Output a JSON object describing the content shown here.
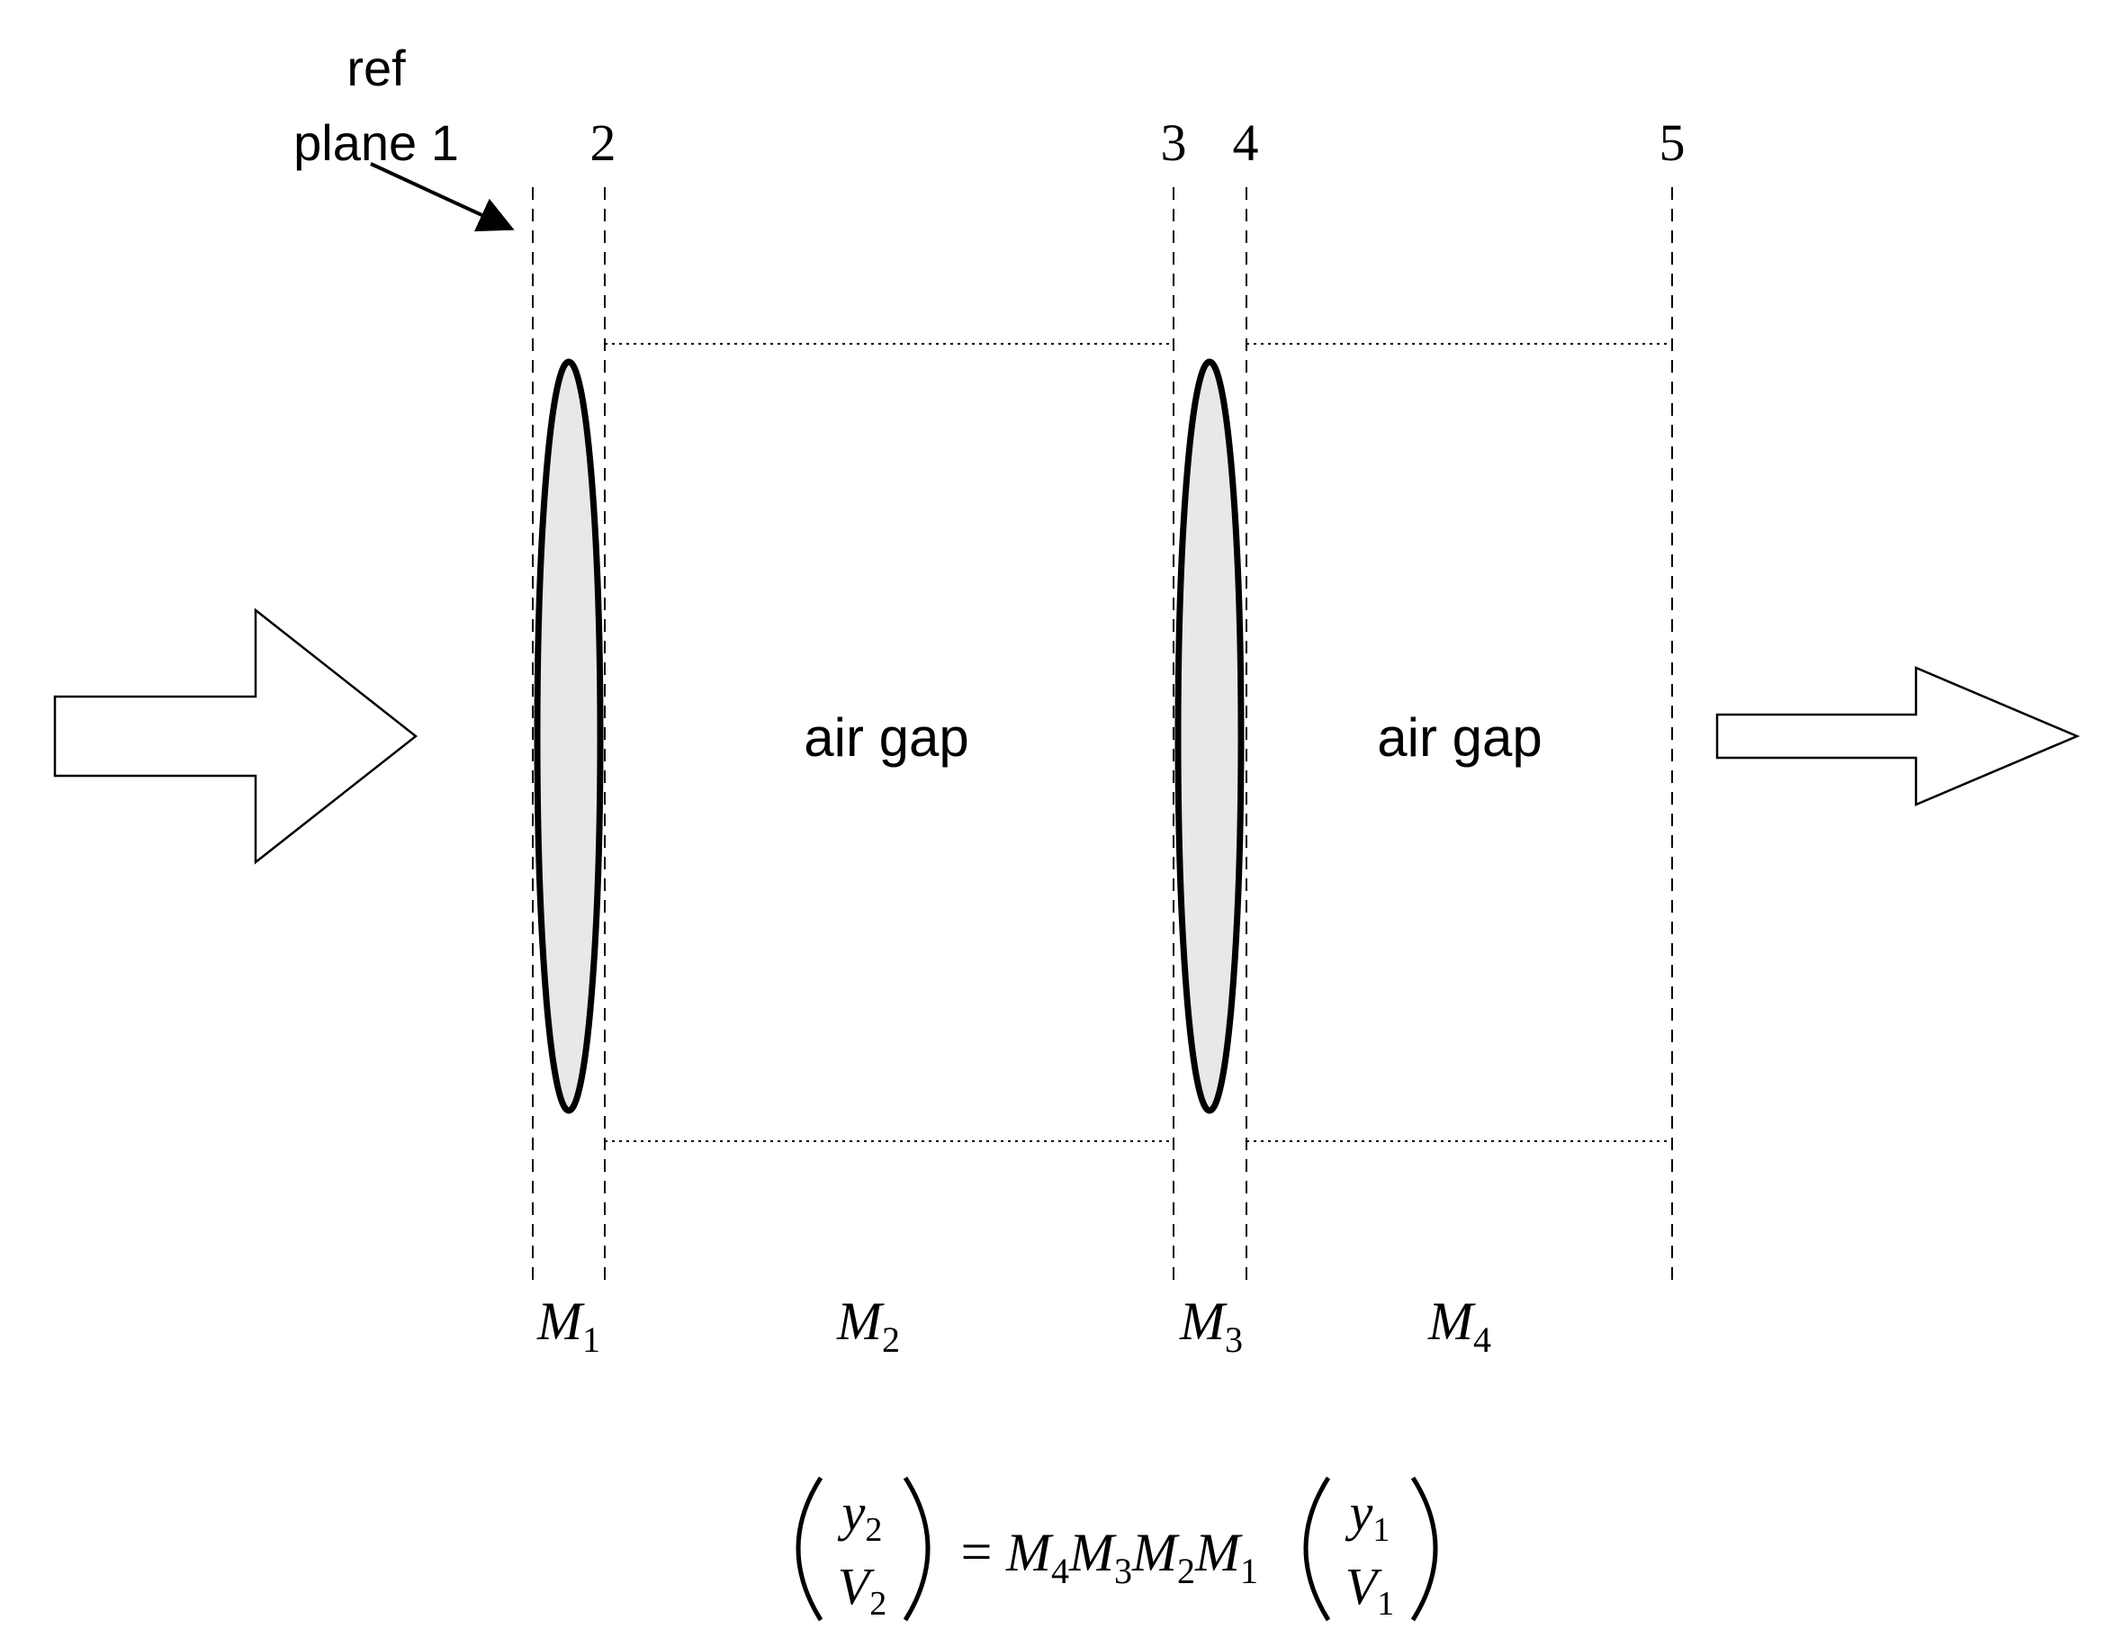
{
  "ref_label": {
    "line1": "ref",
    "line2": "plane 1"
  },
  "planes": [
    "2",
    "3",
    "4",
    "5"
  ],
  "regions": {
    "gap1": "air gap",
    "gap2": "air gap"
  },
  "matrices": [
    {
      "base": "M",
      "sub": "1"
    },
    {
      "base": "M",
      "sub": "2"
    },
    {
      "base": "M",
      "sub": "3"
    },
    {
      "base": "M",
      "sub": "4"
    }
  ],
  "equation": {
    "lhs": {
      "top": {
        "base": "y",
        "sub": "2"
      },
      "bottom": {
        "base": "V",
        "sub": "2"
      }
    },
    "equals": "=",
    "product": [
      {
        "base": "M",
        "sub": "4"
      },
      {
        "base": "M",
        "sub": "3"
      },
      {
        "base": "M",
        "sub": "2"
      },
      {
        "base": "M",
        "sub": "1"
      }
    ],
    "rhs": {
      "top": {
        "base": "y",
        "sub": "1"
      },
      "bottom": {
        "base": "V",
        "sub": "1"
      }
    }
  },
  "colors": {
    "stroke": "#000000",
    "lens_fill": "#e8e8e8",
    "background": "#ffffff"
  }
}
